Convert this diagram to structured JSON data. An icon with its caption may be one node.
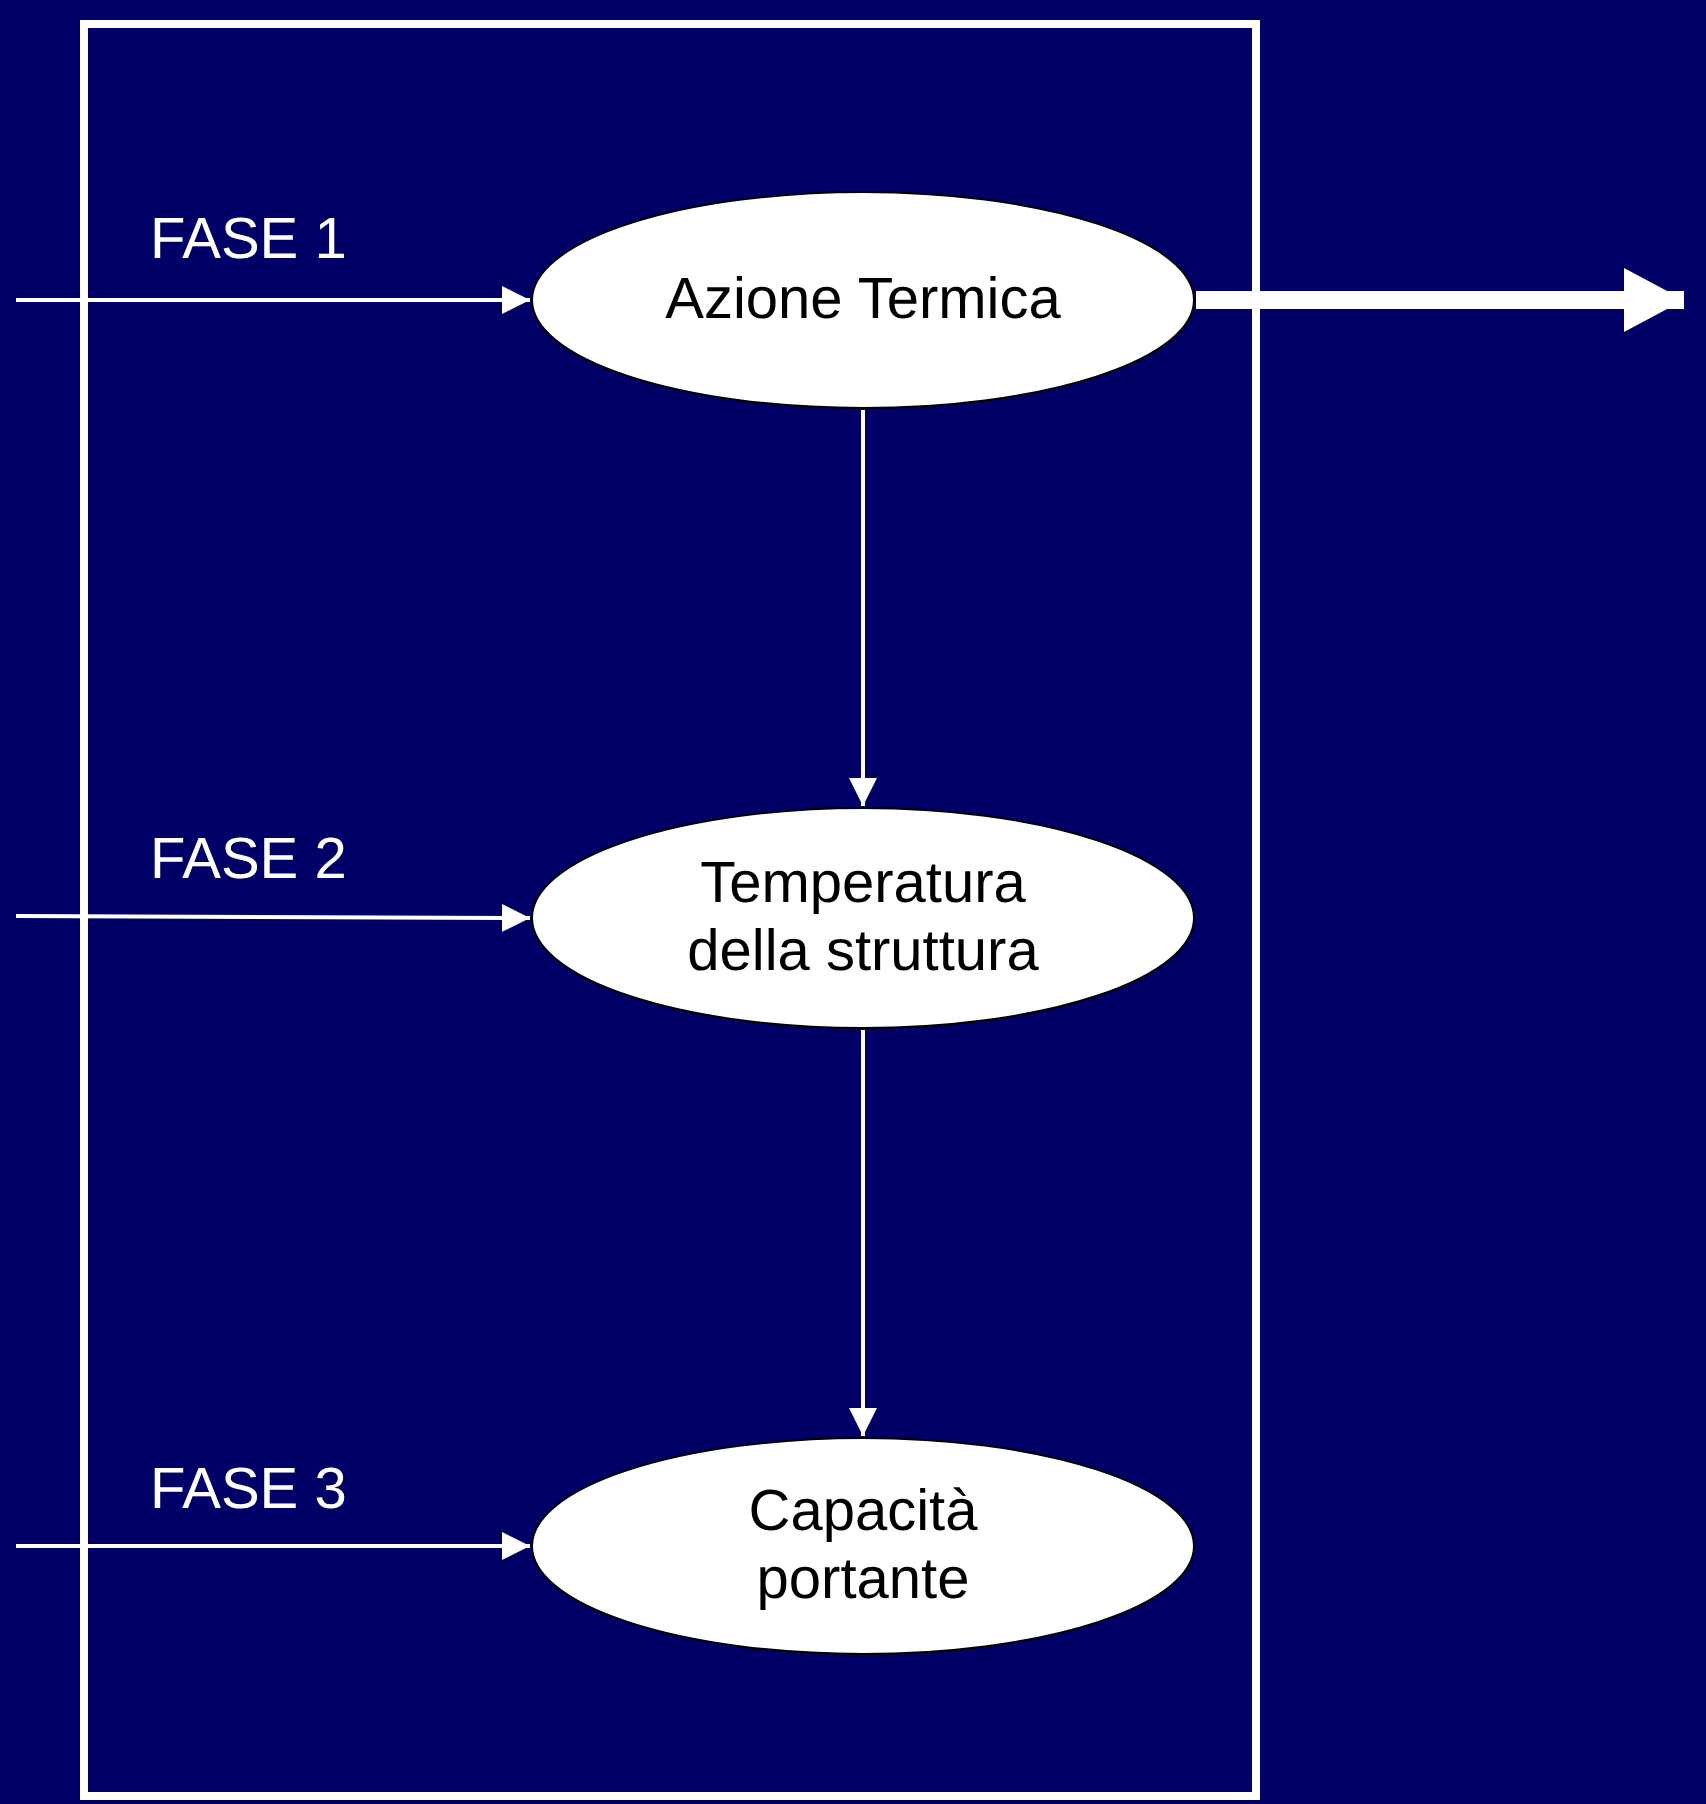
{
  "diagram": {
    "nodes": [
      {
        "text": [],
        "shape": "box"
      },
      {
        "text": [
          "Azione Termica"
        ],
        "in": 0
      },
      {
        "text": [
          "Temperatura della struttura"
        ],
        "in": 0
      },
      {
        "text": [
          "Capacità portante"
        ],
        "in": 0
      }
    ],
    "edges": [
      {
        "from": null,
        "to": 1,
        "arrow": "to",
        "label": "FASE 1"
      },
      {
        "from": null,
        "to": 2,
        "arrow": "to",
        "label": "FASE 2"
      },
      {
        "from": null,
        "to": 3,
        "arrow": "to",
        "label": "FASE 3"
      },
      {
        "from": 1,
        "to": null,
        "arrow": "to",
        "style": "thick"
      },
      {
        "from": 1,
        "to": 2,
        "arrow": "to"
      },
      {
        "from": 2,
        "to": 3,
        "arrow": "to"
      }
    ]
  }
}
